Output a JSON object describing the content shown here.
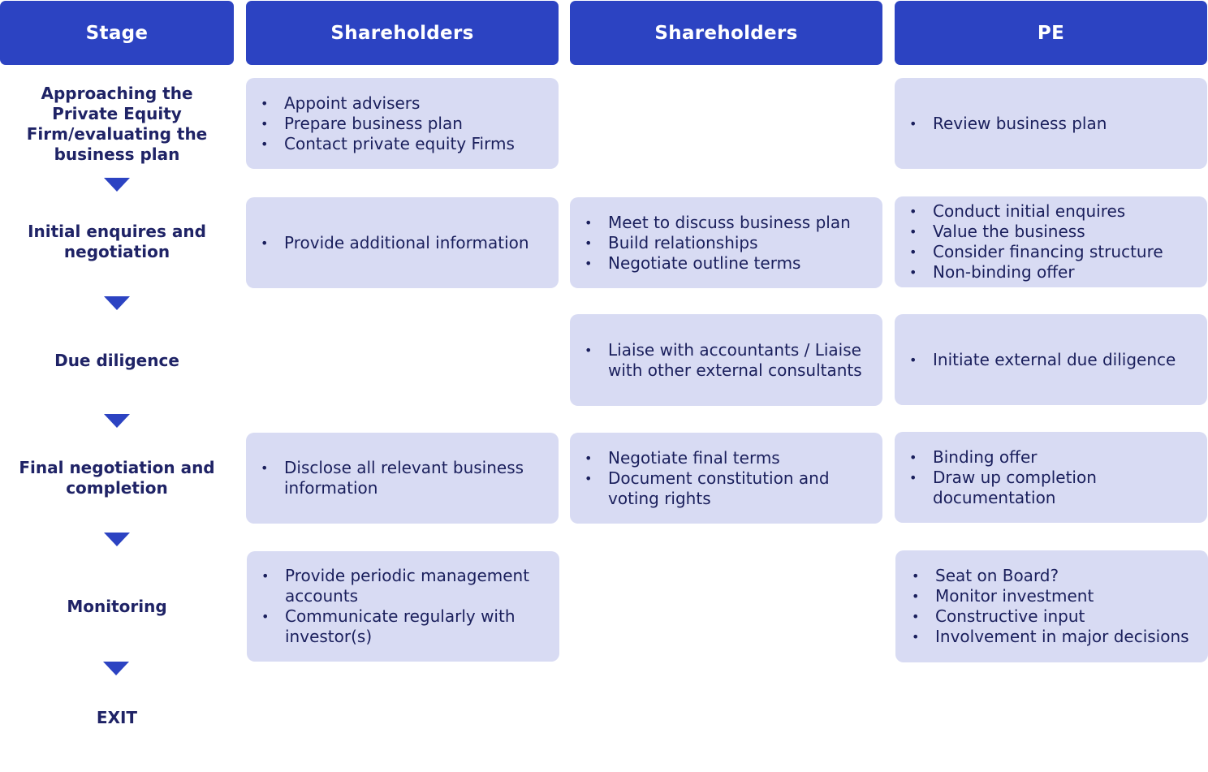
{
  "headers": {
    "stage": "Stage",
    "col1": "Shareholders",
    "col2": "Shareholders",
    "col3": "PE"
  },
  "stages": [
    "Approaching the Private Equity Firm/evaluating the business plan",
    "Initial enquires and negotiation",
    "Due diligence",
    "Final negotiation and completion",
    "Monitoring",
    "EXIT"
  ],
  "cells": {
    "r1c1": [
      "Appoint advisers",
      "Prepare business plan",
      "Contact private equity Firms"
    ],
    "r1c3": [
      "Review business plan"
    ],
    "r2c1": [
      "Provide additional information"
    ],
    "r2c2": [
      "Meet to discuss business plan",
      "Build relationships",
      "Negotiate outline terms"
    ],
    "r2c3": [
      "Conduct initial enquires",
      "Value the business",
      "Consider financing structure",
      "Non-binding offer"
    ],
    "r3c2": [
      "Liaise with accountants / Liaise with other external consultants"
    ],
    "r3c3": [
      "Initiate external due diligence"
    ],
    "r4c1": [
      "Disclose all relevant business information"
    ],
    "r4c2": [
      "Negotiate final terms",
      "Document constitution and voting rights"
    ],
    "r4c3": [
      "Binding offer",
      "Draw up completion documentation"
    ],
    "r5c1": [
      "Provide periodic management accounts",
      "Communicate regularly with investor(s)"
    ],
    "r5c3": [
      "Seat on Board?",
      "Monitor investment",
      "Constructive input",
      "Involvement in major decisions"
    ]
  },
  "colors": {
    "header_bg": "#2c43c2",
    "box_bg": "#d8dbf3",
    "stage_text": "#1f2366",
    "arrow": "#2c43c2"
  }
}
